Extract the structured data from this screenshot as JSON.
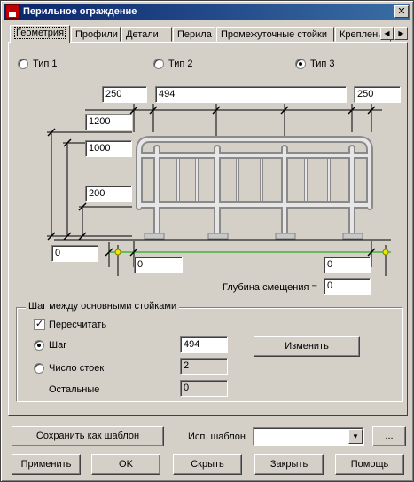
{
  "window": {
    "title": "Перильное ограждение",
    "close_glyph": "✕"
  },
  "tabs": [
    "Геометрия",
    "Профили",
    "Детали",
    "Перила",
    "Промежуточные стойки",
    "Крепление"
  ],
  "tab_scroll": {
    "left": "◀",
    "right": "▶"
  },
  "type_options": [
    {
      "label": "Тип 1",
      "checked": false
    },
    {
      "label": "Тип 2",
      "checked": false
    },
    {
      "label": "Тип 3",
      "checked": true
    }
  ],
  "dims": {
    "top_left": "250",
    "top_middle": "494",
    "top_right": "250",
    "h1": "1200",
    "h2": "1000",
    "h3": "200",
    "base_left": "0",
    "offset_left": "0",
    "offset_right": "0",
    "depth": "0"
  },
  "depth_label": "Глубина смещения =",
  "spacing": {
    "group_title": "Шаг между основными стойками",
    "recalc_label": "Пересчитать",
    "recalc_checked": true,
    "step_label": "Шаг",
    "step_value": "494",
    "step_checked": true,
    "count_label": "Число стоек",
    "count_value": "2",
    "count_checked": false,
    "rest_label": "Остальные",
    "rest_value": "0",
    "change_button": "Изменить"
  },
  "bottom": {
    "save_template": "Сохранить как шаблон",
    "use_template_label": "Исп. шаблон",
    "template_value": "",
    "browse": "...",
    "apply": "Применить",
    "ok": "OK",
    "hide": "Скрыть",
    "close": "Закрыть",
    "help": "Помощь"
  },
  "colors": {
    "title_bar": "#0a246a",
    "baseline": "#00a000",
    "handle": "#e8e800"
  }
}
